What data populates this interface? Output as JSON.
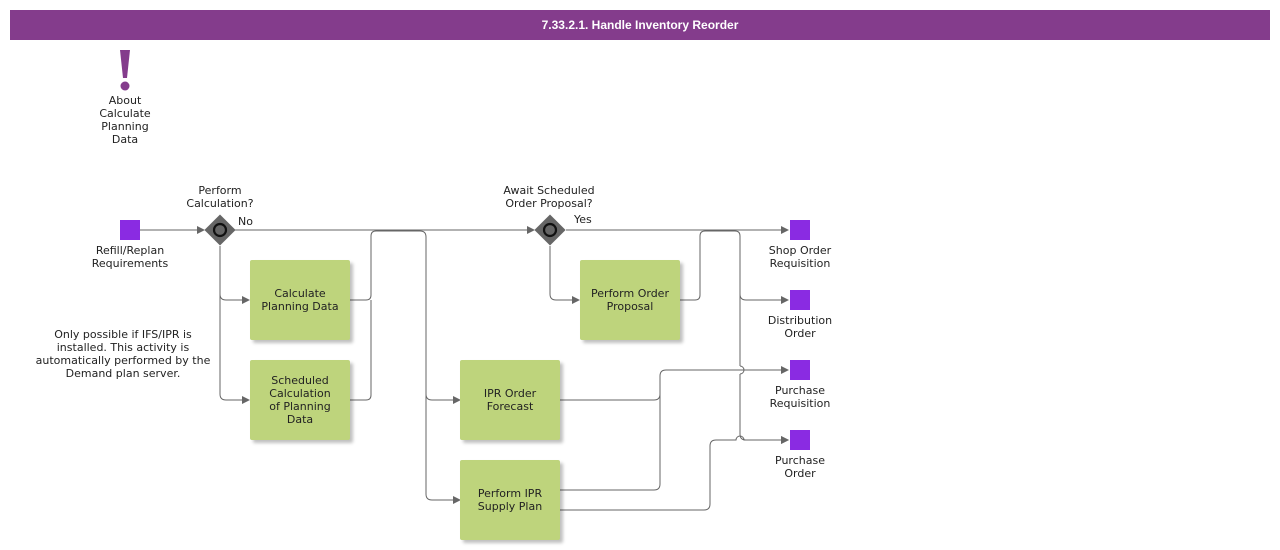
{
  "title": "7.33.2.1. Handle Inventory Reorder",
  "colors": {
    "title_bar": "#843c8c",
    "task_fill": "#bed47c",
    "event_fill": "#8a2be2",
    "gateway": "#666666"
  },
  "annotation": {
    "icon": "exclamation-icon",
    "label": "About\nCalculate\nPlanning\nData"
  },
  "note": "Only possible if IFS/IPR is\ninstalled. This activity is\nautomatically performed by the\nDemand plan server.",
  "start_event": "Refill/Replan\nRequirements",
  "gateways": {
    "perform_calculation": {
      "question": "Perform\nCalculation?",
      "branch": "No"
    },
    "await_proposal": {
      "question": "Await Scheduled\nOrder Proposal?",
      "branch": "Yes"
    }
  },
  "tasks": {
    "calculate_planning_data": "Calculate\nPlanning Data",
    "scheduled_calculation": "Scheduled\nCalculation\nof Planning\nData",
    "perform_order_proposal": "Perform Order\nProposal",
    "ipr_order_forecast": "IPR Order\nForecast",
    "perform_ipr_supply_plan": "Perform IPR\nSupply Plan"
  },
  "end_events": {
    "shop_order_requisition": "Shop Order\nRequisition",
    "distribution_order": "Distribution\nOrder",
    "purchase_requisition": "Purchase\nRequisition",
    "purchase_order": "Purchase\nOrder"
  }
}
